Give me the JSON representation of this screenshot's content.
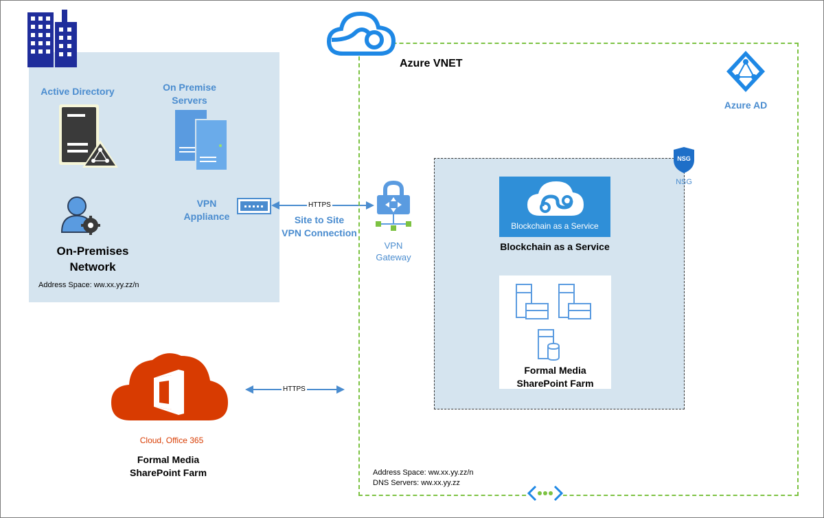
{
  "onprem": {
    "active_directory": "Active Directory",
    "servers_line1": "On Premise",
    "servers_line2": "Servers",
    "vpn_line1": "VPN",
    "vpn_line2": "Appliance",
    "network_line1": "On-Premises",
    "network_line2": "Network",
    "address_space": "Address Space: ww.xx.yy.zz/n"
  },
  "connection": {
    "https_top": "HTTPS",
    "site_line1": "Site to Site",
    "site_line2": "VPN Connection",
    "https_bottom": "HTTPS"
  },
  "azure": {
    "vnet_title": "Azure VNET",
    "ad_label": "Azure AD",
    "gateway_line1": "VPN",
    "gateway_line2": "Gateway",
    "nsg_badge": "NSG",
    "nsg_label": "NSG",
    "baas_tile_text": "Blockchain as a Service",
    "baas_title": "Blockchain as a Service",
    "farm_line1": "Formal Media",
    "farm_line2": "SharePoint Farm",
    "address_space": "Address Space: ww.xx.yy.zz/n",
    "dns_servers": "DNS Servers: ww.xx.yy.zz"
  },
  "cloud": {
    "label": "Cloud, Office 365",
    "farm_line1": "Formal Media",
    "farm_line2": "SharePoint Farm"
  },
  "colors": {
    "accent_blue": "#4a8ccf",
    "vnet_green": "#7cc242",
    "office_orange": "#d83b01",
    "panel_bg": "#d5e4ef"
  }
}
